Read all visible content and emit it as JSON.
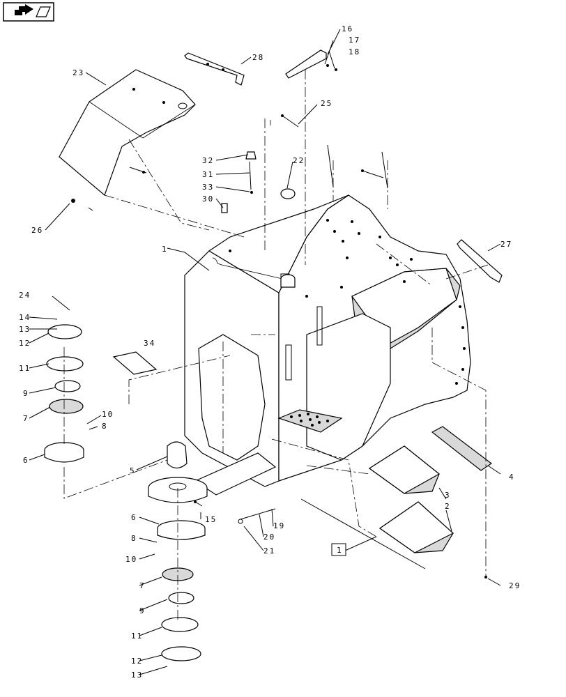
{
  "nav_icon": "return-to-index-arrow-icon",
  "callouts": {
    "c1": "1",
    "c2": "2",
    "c3": "3",
    "c4": "4",
    "c5": "5",
    "c6": "6",
    "c7": "7",
    "c8": "8",
    "c9": "9",
    "c10": "10",
    "c11": "11",
    "c12": "12",
    "c13": "13",
    "c14": "14",
    "c15": "15",
    "c16": "16",
    "c17": "17",
    "c18": "18",
    "c19": "19",
    "c20": "20",
    "c21": "21",
    "c22": "22",
    "c23": "23",
    "c24": "24",
    "c25": "25",
    "c26": "26",
    "c27": "27",
    "c28": "28",
    "c29": "29",
    "c30": "30",
    "c31": "31",
    "c32": "32",
    "c33": "33",
    "c34": "34"
  },
  "boxed_reference": "1"
}
